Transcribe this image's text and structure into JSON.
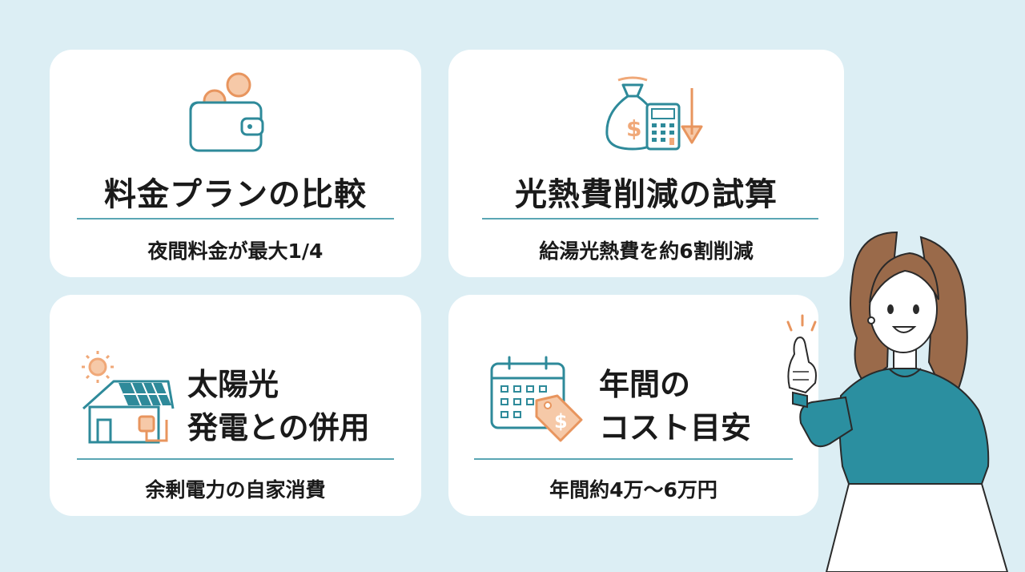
{
  "cards": [
    {
      "title": "料金プランの比較",
      "subtitle": "夜間料金が最大1/4",
      "icon": "wallet-coins-icon"
    },
    {
      "title": "光熱費削減の試算",
      "subtitle": "給湯光熱費を約6割削減",
      "icon": "money-bag-calculator-icon"
    },
    {
      "title_line1": "太陽光",
      "title_line2": "発電との併用",
      "subtitle": "余剰電力の自家消費",
      "icon": "solar-house-icon"
    },
    {
      "title_line1": "年間の",
      "title_line2": "コスト目安",
      "subtitle": "年間約4万〜6万円",
      "icon": "calendar-price-tag-icon"
    }
  ],
  "colors": {
    "background": "#dceef4",
    "card": "#ffffff",
    "accent_teal": "#2e8a9a",
    "accent_orange": "#f0a878",
    "divider": "#5aa6b4",
    "sweater": "#2b8fa0",
    "hair": "#9a6a4a"
  },
  "illustration": {
    "name": "woman-thumbs-up",
    "icon": "thumbs-up-icon"
  }
}
